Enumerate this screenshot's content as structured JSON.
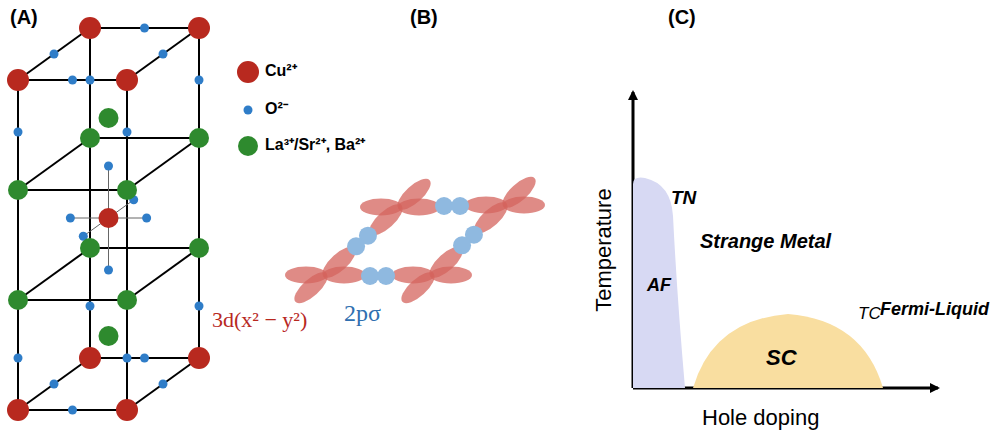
{
  "diagram": {
    "nodes": [
      {
        "text": [
          "AF"
        ]
      },
      {
        "text": [
          "SC"
        ]
      }
    ],
    "labels": [
      "(A)",
      "(B)",
      "(C)",
      "3d(x² − y²)",
      "2pσ",
      "Temperature",
      "Hole doping",
      "TN",
      "Strange Metal",
      "TC",
      "Fermi-Liquid"
    ],
    "legend": [
      {
        "text": "Cu²⁺",
        "color": "#b8291f"
      },
      {
        "text": "O²⁻",
        "color": "#2f7dc8"
      },
      {
        "text": "La³⁺/Sr²⁺, Ba²⁺",
        "color": "#2e8a2e"
      }
    ]
  }
}
